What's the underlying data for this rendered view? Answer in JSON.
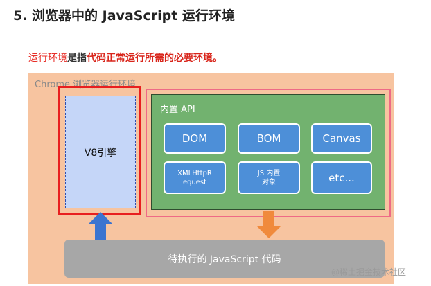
{
  "title": "5. 浏览器中的 JavaScript 运行环境",
  "description": {
    "part1": "运行环境",
    "part2": "是指",
    "part3": "代码正常运行所需的必要环境。"
  },
  "environment_label": "Chrome 浏览器运行环境",
  "engine_label": "V8引擎",
  "api": {
    "label": "内置 API",
    "items": [
      "DOM",
      "BOM",
      "Canvas",
      "XMLHttpR equest",
      "JS 内置 对象",
      "etc..."
    ]
  },
  "code_label": "待执行的 JavaScript 代码",
  "watermark": "@稀土掘金技术社区",
  "colors": {
    "environment_bg": "#f7c4a0",
    "engine_fill": "#c5d6f8",
    "engine_border": "#e81f1f",
    "api_fill": "#72b26f",
    "api_border": "#ee6a86",
    "api_item": "#4d8fd8",
    "up_arrow": "#3b74d0",
    "down_arrow": "#f08a3c",
    "code_bar": "#a7a7a7"
  }
}
